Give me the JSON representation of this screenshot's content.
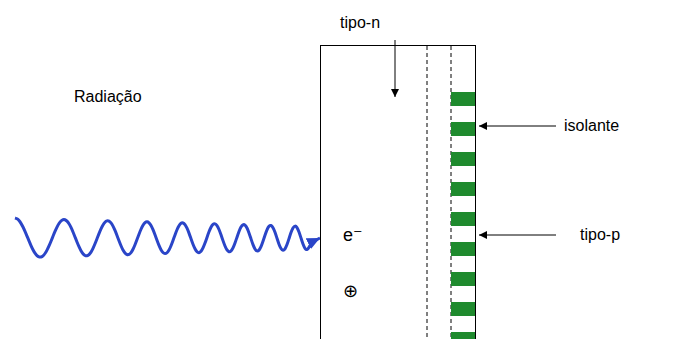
{
  "diagram": {
    "nodes": [
      {
        "text": [
          "e⁻",
          "⊕"
        ]
      }
    ],
    "labels": [
      "Radiação",
      "tipo-n",
      "isolante",
      "tipo-p"
    ]
  }
}
